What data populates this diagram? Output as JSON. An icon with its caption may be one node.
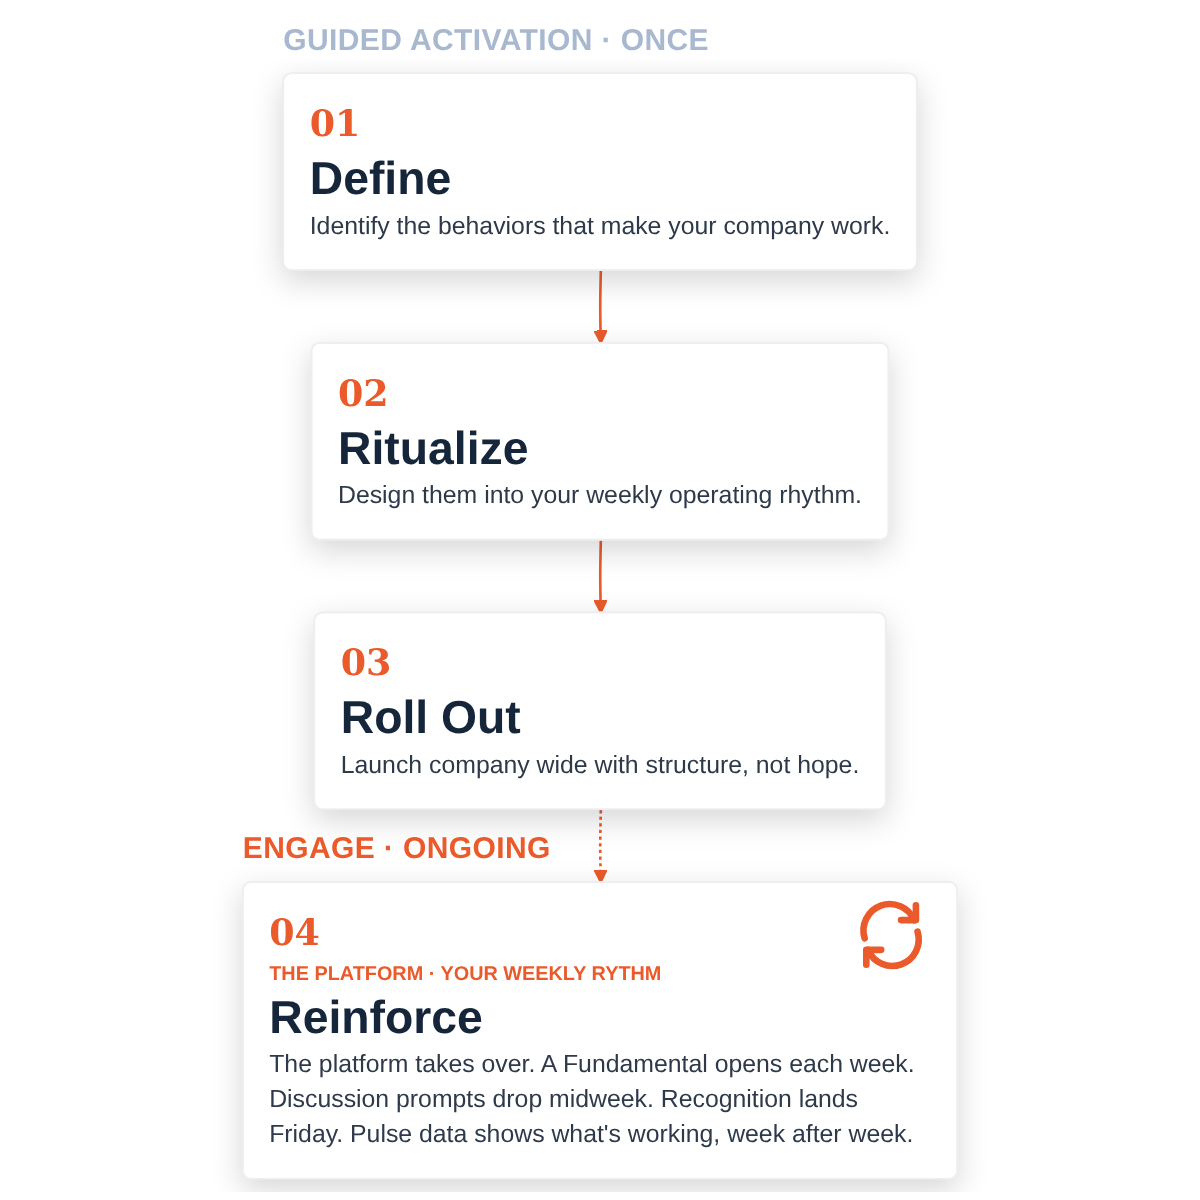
{
  "diagram": {
    "nodes": [
      {
        "text": [
          "01",
          "Define",
          "Identify the behaviors that make your company work."
        ]
      },
      {
        "text": [
          "02",
          "Ritualize",
          "Design them into your weekly operating rhythm."
        ]
      },
      {
        "text": [
          "03",
          "Roll Out",
          "Launch company wide with structure, not hope."
        ]
      },
      {
        "text": [
          "04",
          "THE PLATFORM · YOUR WEEKLY RYTHM",
          "Reinforce",
          "The platform takes over. A Fundamental opens each week. Discussion prompts drop midweek. Recognition lands Friday. Pulse data shows what's working, week after week."
        ]
      }
    ],
    "edges": [
      {
        "from": 0,
        "to": 1,
        "arrow": "to"
      },
      {
        "from": 1,
        "to": 2,
        "arrow": "to"
      },
      {
        "from": 2,
        "to": 3,
        "arrow": "to",
        "style": "dashed"
      }
    ],
    "labels": [
      "GUIDED ACTIVATION · ONCE",
      "ENGAGE · ONGOING"
    ]
  }
}
